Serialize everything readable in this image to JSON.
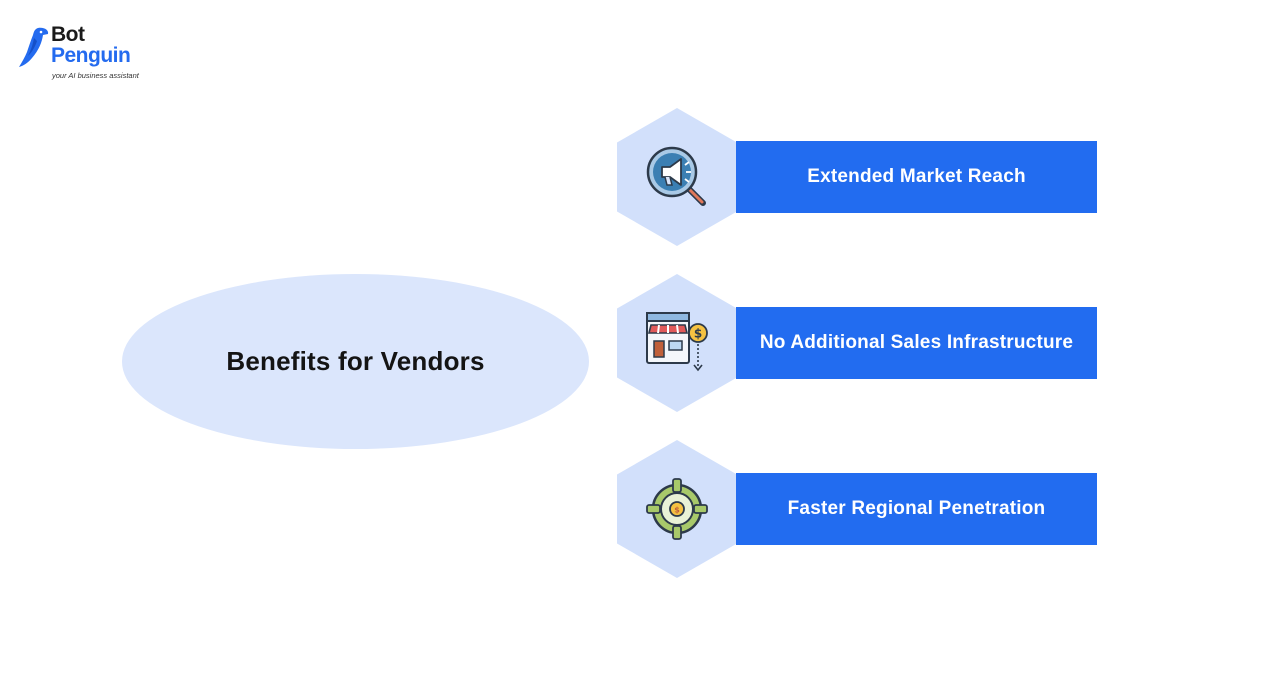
{
  "logo": {
    "word_1": "Bot",
    "word_2": "Penguin",
    "tagline": "your AI business assistant",
    "colors": {
      "dark": "#1a1a1a",
      "brand": "#246bef"
    },
    "icon": "penguin-logo-icon"
  },
  "hub": {
    "title": "Benefits for Vendors",
    "color": "#dbe6fc"
  },
  "benefits": [
    {
      "label": "Extended Market Reach",
      "icon": "megaphone-magnifier-icon"
    },
    {
      "label": "No Additional Sales Infrastructure",
      "icon": "storefront-dollar-icon"
    },
    {
      "label": "Faster Regional Penetration",
      "icon": "target-crosshair-icon"
    }
  ],
  "colors": {
    "bar": "#226cf0",
    "hexagon": "#d2e0fb",
    "bar_text": "#ffffff"
  }
}
